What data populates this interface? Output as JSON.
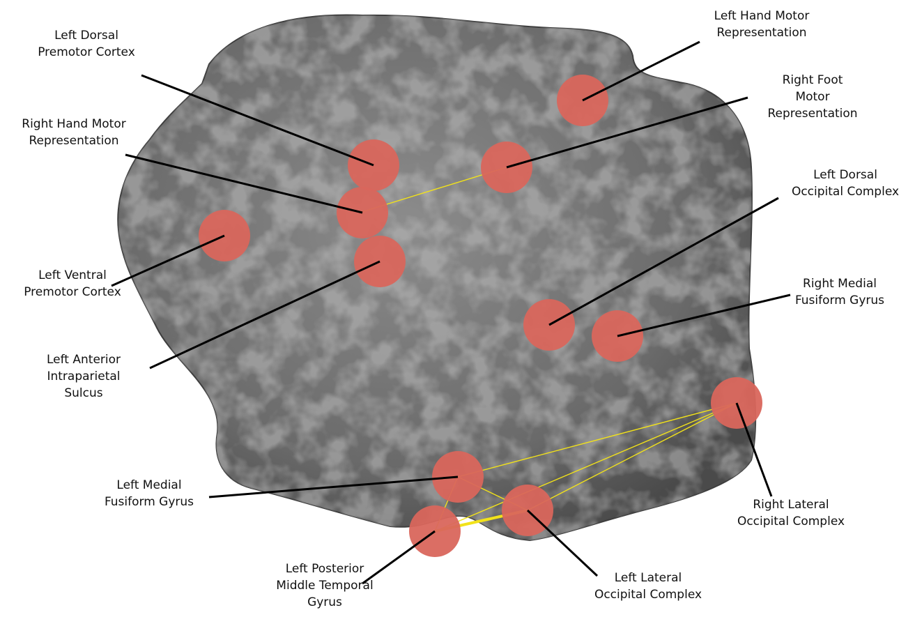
{
  "colors": {
    "background": "#ffffff",
    "brain_surface": "#6f6f6f",
    "region_marker": "#d9665c",
    "connection_line": "#f2e21a",
    "leader_line": "#000000",
    "text": "#111111"
  },
  "regions": [
    {
      "id": "left-dorsal-premotor-cortex",
      "lines": [
        "Left Dorsal",
        "Premotor Cortex"
      ]
    },
    {
      "id": "right-hand-motor-representation",
      "lines": [
        "Right Hand Motor",
        "Representation"
      ]
    },
    {
      "id": "left-ventral-premotor-cortex",
      "lines": [
        "Left Ventral",
        "Premotor Cortex"
      ]
    },
    {
      "id": "left-anterior-intraparietal-sulcus",
      "lines": [
        "Left Anterior",
        "Intraparietal",
        "Sulcus"
      ]
    },
    {
      "id": "left-hand-motor-representation",
      "lines": [
        "Left Hand Motor",
        "Representation"
      ]
    },
    {
      "id": "right-foot-motor-representation",
      "lines": [
        "Right Foot",
        "Motor",
        "Representation"
      ]
    },
    {
      "id": "left-dorsal-occipital-complex",
      "lines": [
        "Left Dorsal",
        "Occipital Complex"
      ]
    },
    {
      "id": "right-medial-fusiform-gyrus",
      "lines": [
        "Right Medial",
        "Fusiform Gyrus"
      ]
    },
    {
      "id": "right-lateral-occipital-complex",
      "lines": [
        "Right Lateral",
        "Occipital Complex"
      ]
    },
    {
      "id": "left-medial-fusiform-gyrus",
      "lines": [
        "Left Medial",
        "Fusiform Gyrus"
      ]
    },
    {
      "id": "left-posterior-middle-temporal-gyrus",
      "lines": [
        "Left Posterior",
        "Middle Temporal",
        "Gyrus"
      ]
    },
    {
      "id": "left-lateral-occipital-complex",
      "lines": [
        "Left Lateral",
        "Occipital Complex"
      ]
    }
  ],
  "connections": [
    {
      "from": "right-hand-motor-representation",
      "to": "right-foot-motor-representation",
      "strength": 1
    },
    {
      "from": "left-medial-fusiform-gyrus",
      "to": "left-posterior-middle-temporal-gyrus",
      "strength": 1
    },
    {
      "from": "left-medial-fusiform-gyrus",
      "to": "left-lateral-occipital-complex",
      "strength": 1
    },
    {
      "from": "left-posterior-middle-temporal-gyrus",
      "to": "left-lateral-occipital-complex",
      "strength": 3
    },
    {
      "from": "left-posterior-middle-temporal-gyrus",
      "to": "right-lateral-occipital-complex",
      "strength": 1
    },
    {
      "from": "left-lateral-occipital-complex",
      "to": "right-lateral-occipital-complex",
      "strength": 1
    },
    {
      "from": "left-medial-fusiform-gyrus",
      "to": "right-lateral-occipital-complex",
      "strength": 1
    }
  ]
}
